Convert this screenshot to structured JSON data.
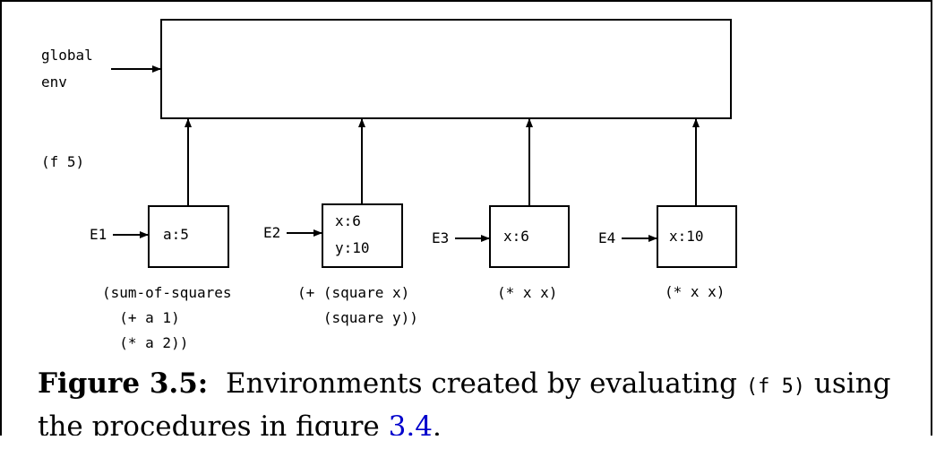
{
  "diagram": {
    "global_env_label": [
      "global",
      "env"
    ],
    "call_label": "(f 5)",
    "environments": [
      {
        "name": "E1",
        "bindings": [
          "a:5"
        ],
        "body": [
          "(sum-of-squares",
          "  (+ a 1)",
          "  (* a 2))"
        ]
      },
      {
        "name": "E2",
        "bindings": [
          "x:6",
          "y:10"
        ],
        "body": [
          "(+ (square x)",
          "   (square y))"
        ]
      },
      {
        "name": "E3",
        "bindings": [
          "x:6"
        ],
        "body": [
          "(* x x)"
        ]
      },
      {
        "name": "E4",
        "bindings": [
          "x:10"
        ],
        "body": [
          "(* x x)"
        ]
      }
    ]
  },
  "caption": {
    "label": "Figure 3.5:",
    "text_before": "Environments created by evaluating",
    "code": "(f 5)",
    "text_after": "using the procedures in figure",
    "link_text": "3.4",
    "end": "."
  }
}
